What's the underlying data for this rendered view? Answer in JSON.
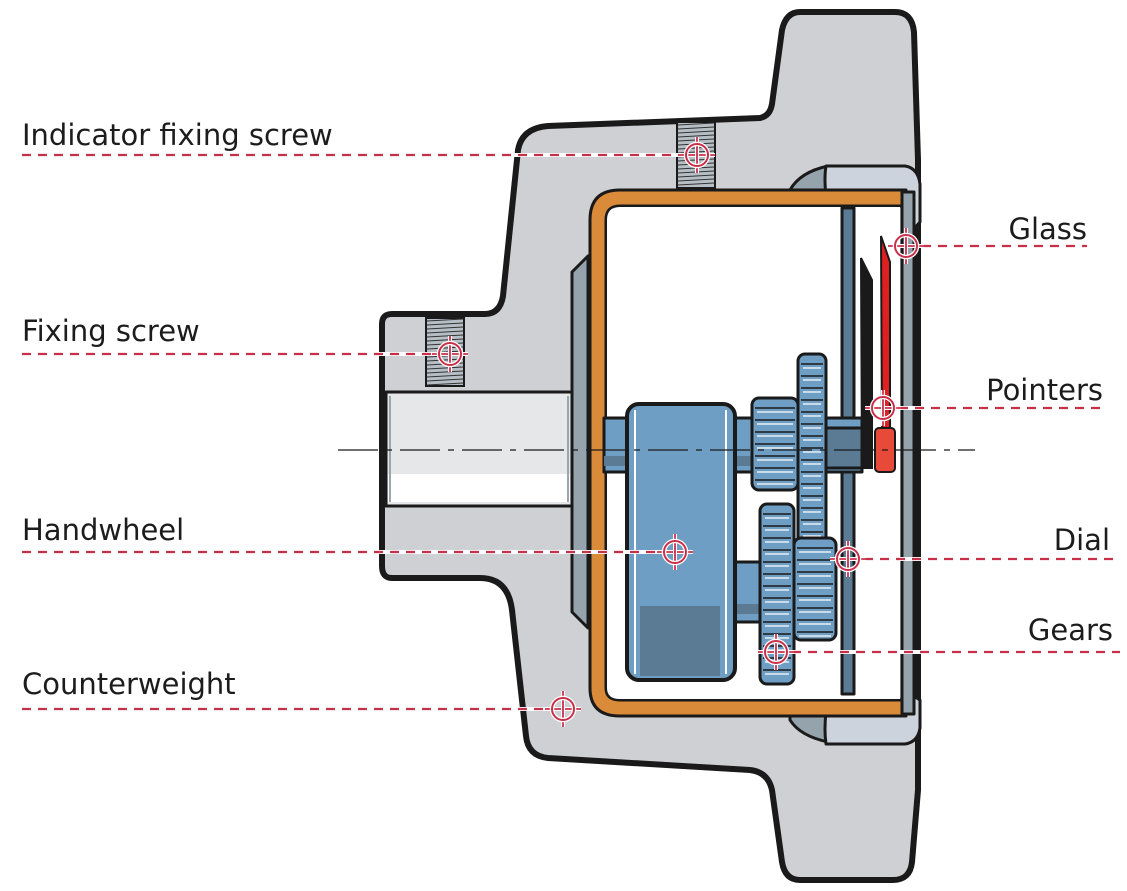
{
  "diagram": {
    "subject": "Cross-section of a mechanical position indicator (handwheel type)",
    "labels": [
      {
        "id": "indicator-fixing-screw",
        "text": "Indicator fixing screw",
        "side": "left"
      },
      {
        "id": "fixing-screw",
        "text": "Fixing screw",
        "side": "left"
      },
      {
        "id": "handwheel",
        "text": "Handwheel",
        "side": "left"
      },
      {
        "id": "counterweight",
        "text": "Counterweight",
        "side": "left"
      },
      {
        "id": "glass",
        "text": "Glass",
        "side": "right"
      },
      {
        "id": "pointers",
        "text": "Pointers",
        "side": "right"
      },
      {
        "id": "dial",
        "text": "Dial",
        "side": "right"
      },
      {
        "id": "gears",
        "text": "Gears",
        "side": "right"
      }
    ],
    "colors": {
      "housing": "#cfd0d3",
      "housing_dark": "#95a3ad",
      "case_orange": "#d98b3a",
      "internals_blue": "#6f9ec5",
      "internals_dark": "#5b7a93",
      "pointer_red": "#e02020",
      "leader": "#c8304a",
      "outline": "#1a1a1a"
    }
  }
}
